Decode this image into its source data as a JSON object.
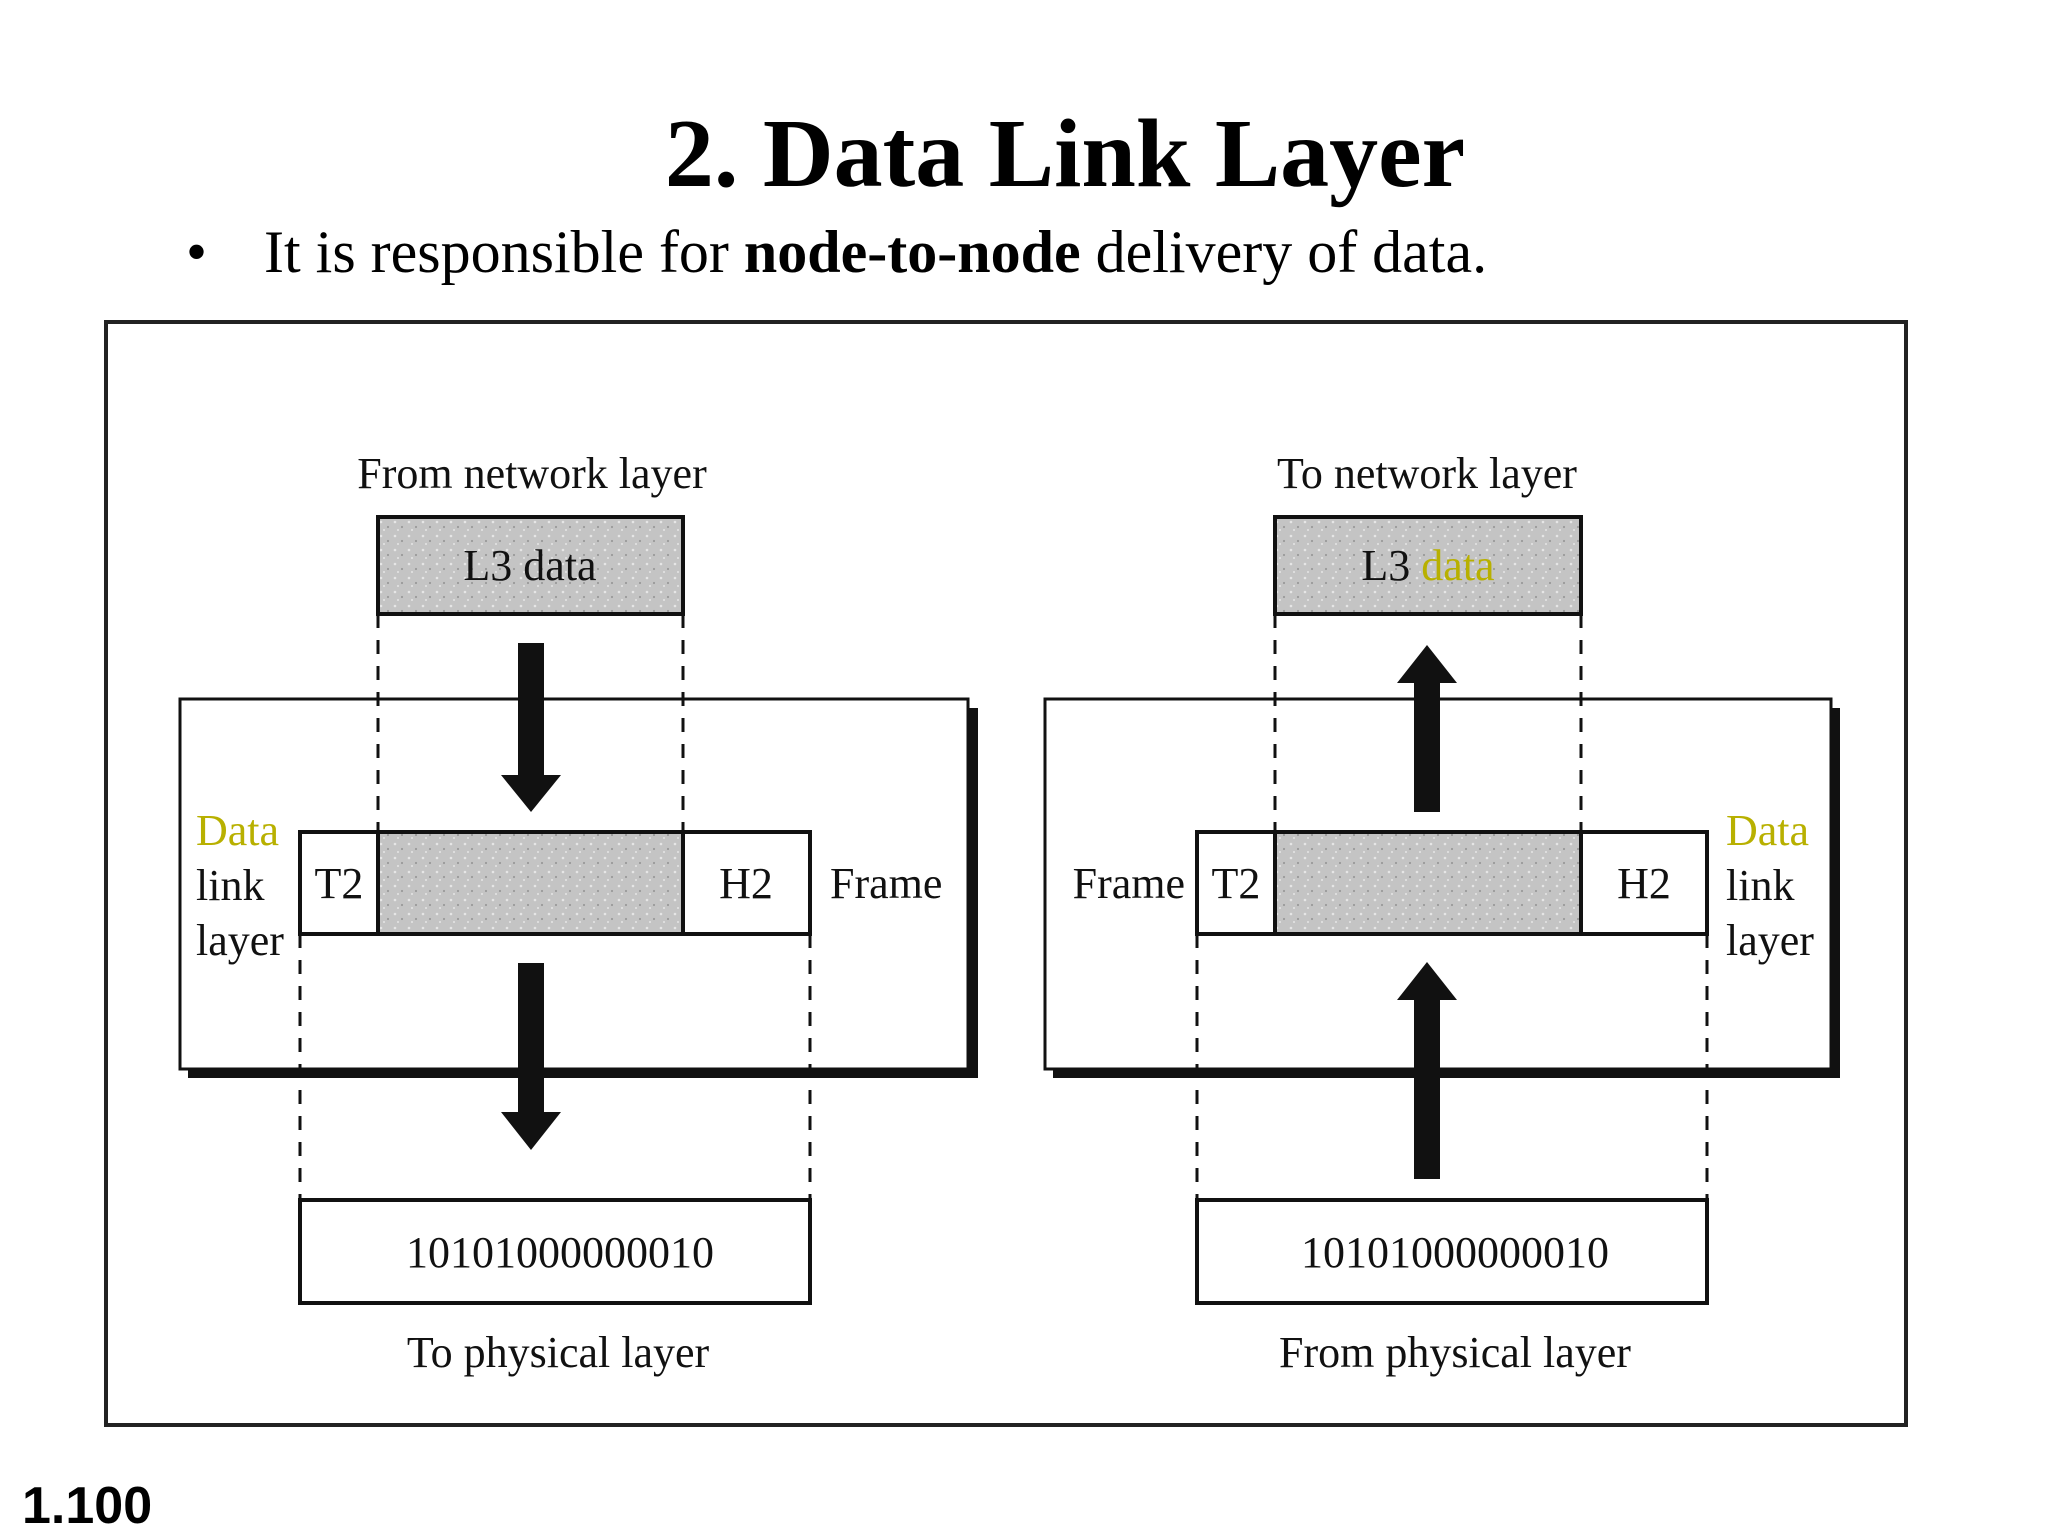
{
  "title": "2. Data Link Layer",
  "bullet": {
    "before": "It is responsible for ",
    "bold": "node-to-node",
    "after": " delivery of data."
  },
  "slide_number": "1.100",
  "diagram": {
    "sender": {
      "top_label": "From network layer",
      "data_box": "L3 data",
      "layer_label": [
        "Data",
        "link",
        "layer"
      ],
      "trailer": "T2",
      "header": "H2",
      "frame_label": "Frame",
      "bits": "10101000000010",
      "bottom_label": "To physical layer",
      "arrow_direction": "down"
    },
    "receiver": {
      "top_label": "To network layer",
      "data_box_part1": "L3",
      "data_box_part2": "data",
      "layer_label": [
        "Data",
        "link",
        "layer"
      ],
      "trailer": "T2",
      "header": "H2",
      "frame_label": "Frame",
      "bits": "10101000000010",
      "bottom_label": "From physical layer",
      "arrow_direction": "up"
    },
    "colors": {
      "highlight": "#b8b000",
      "shaded_fill": "#c4c4c4",
      "frame_fill": "#ffffff",
      "stroke": "#111111"
    }
  }
}
